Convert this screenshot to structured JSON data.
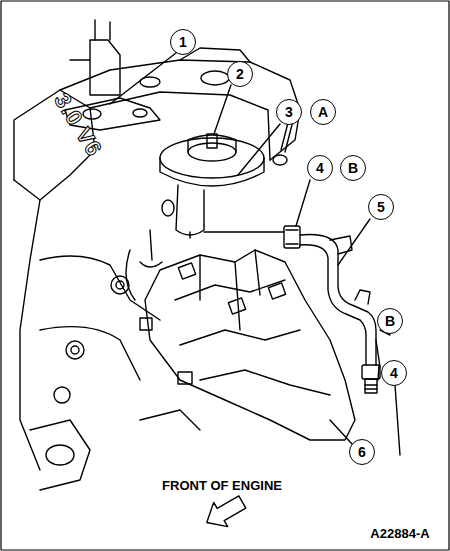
{
  "diagram": {
    "labels": [
      "1",
      "2",
      "3",
      "A",
      "3.0 V6",
      "4",
      "B",
      "5",
      "B",
      "4",
      "6",
      "FRONT OF ENGINE",
      "A22884-A"
    ]
  }
}
